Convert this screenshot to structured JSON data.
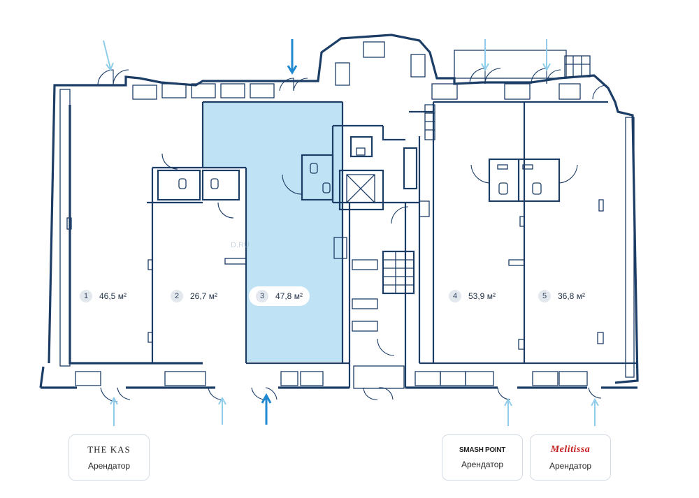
{
  "rooms": [
    {
      "number": "1",
      "area": "46,5 м²",
      "selected": false
    },
    {
      "number": "2",
      "area": "26,7 м²",
      "selected": false
    },
    {
      "number": "3",
      "area": "47,8 м²",
      "selected": true
    },
    {
      "number": "4",
      "area": "53,9 м²",
      "selected": false
    },
    {
      "number": "5",
      "area": "36,8 м²",
      "selected": false
    }
  ],
  "tenants": [
    {
      "logo": "THE KAS",
      "role": "Арендатор"
    },
    {
      "logo": "SMASH POINT",
      "role": "Арендатор"
    },
    {
      "logo": "Melitissa",
      "role": "Арендатор"
    }
  ],
  "watermark": "D.RU",
  "colors": {
    "wall": "#1c3d66",
    "selected_fill": "#bfe3f4",
    "entrance_arrow": "#8fcdea",
    "active_entrance_arrow": "#1e88d0"
  }
}
